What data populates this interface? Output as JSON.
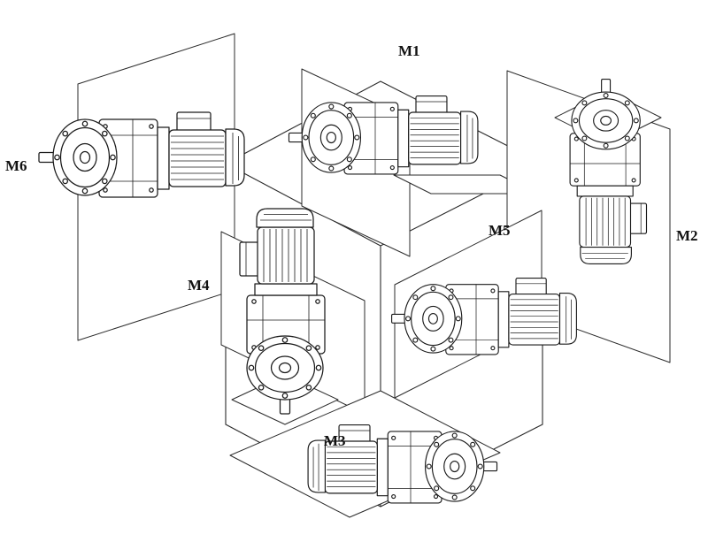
{
  "diagram": {
    "kind": "gearmotor-mounting-positions",
    "labels": {
      "m1": "M1",
      "m2": "M2",
      "m3": "M3",
      "m4": "M4",
      "m5": "M5",
      "m6": "M6"
    },
    "colors": {
      "line": "#1a1a1a",
      "background": "#ffffff"
    }
  }
}
